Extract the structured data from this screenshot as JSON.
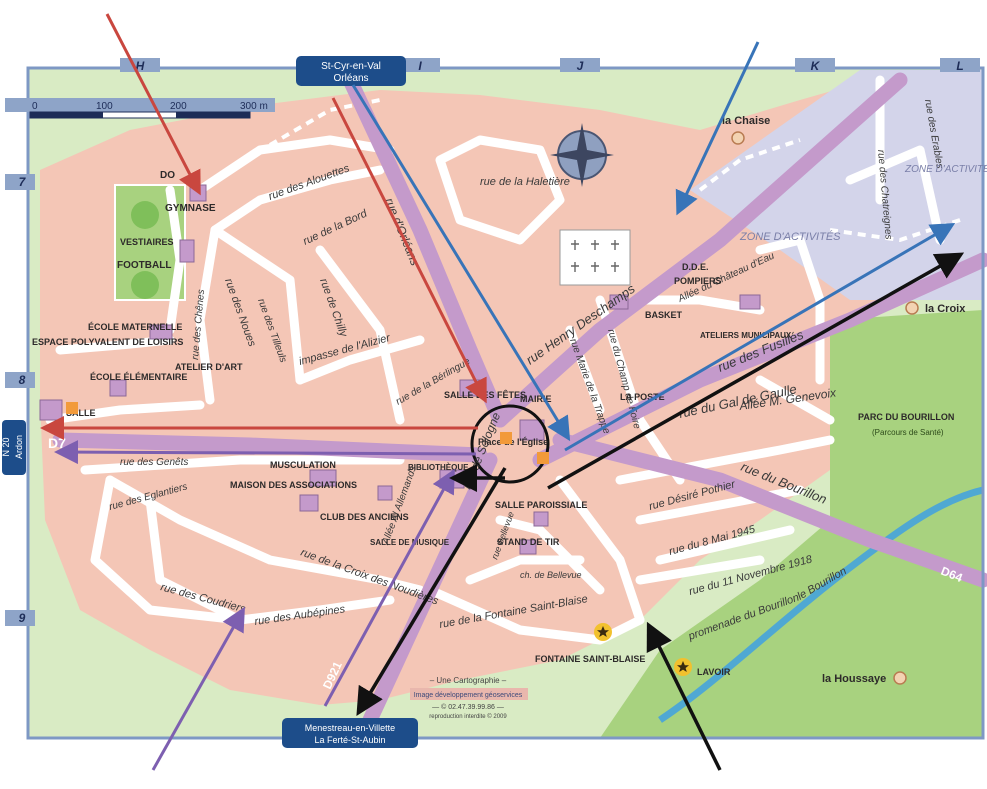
{
  "map": {
    "grid_columns": [
      "H",
      "I",
      "J",
      "K",
      "L"
    ],
    "grid_rows": [
      "7",
      "8",
      "9"
    ],
    "scale": {
      "ticks": [
        "0",
        "100",
        "200",
        "300 m"
      ]
    },
    "road_signs": {
      "top": [
        "St-Cyr-en-Val",
        "Orléans"
      ],
      "bottom": [
        "Menestreau-en-Villette",
        "La Ferté-St-Aubin"
      ],
      "left": [
        "N 20",
        "Ardon"
      ]
    },
    "road_codes": {
      "d7": "D7",
      "d64": "D64",
      "d921": "D921"
    },
    "streets": {
      "rue_orleans": "rue d'Orléans",
      "rue_henry_deschamps": "rue Henry Deschamps",
      "rue_des_fusilles": "rue des Fusillés",
      "rue_du_bourillon": "rue du Bourillon",
      "rue_de_sologne": "rue de Sologne",
      "rue_des_aubepines": "rue des Aubépines",
      "rue_desire_pothier": "rue Désiré Pothier",
      "rue_8_mai": "rue du 8 Mai 1945",
      "rue_11_nov": "rue du 11 Novembre 1918",
      "rue_fontaine": "rue de la Fontaine Saint-Blaise",
      "rue_haletiere": "rue de la Haletière",
      "rue_bord": "rue de la Bord",
      "rue_alouettes": "rue des Alouettes",
      "rue_noues": "rue des Noues",
      "rue_chilly": "rue de Chilly",
      "rue_chenes": "rue des Chênes",
      "rue_tilleuls": "rue des Tilleuls",
      "rue_croix_noudieres": "rue de la Croix des Noudières",
      "rue_coudriers": "rue des Coudriers",
      "rue_eglantiers": "rue des Eglantiers",
      "rue_genets": "rue des Genêts",
      "rue_champ_foire": "rue du Champ de Foire",
      "rue_chatreignes": "rue des Chatreignes",
      "rue_erables": "rue des Erables",
      "rue_mare_trappe": "rue Marie de la Trappe",
      "rue_gal_gaulle": "rue du Gal de Gaulle",
      "allee_genevoix": "Allée M. Genevoix",
      "allee_chateau_eau": "Allée du Château d'Eau",
      "allee_allemands": "Allée Al Allemands",
      "impasse_alizier": "impasse de l'Alizier",
      "rue_berlingue": "rue de la Bérlingue",
      "rue_bellevue": "rue Bellevue",
      "ch_bellevue": "ch. de Bellevue",
      "promenade": "promenade du Bourillon",
      "le_bourillon": "le Bourillon"
    },
    "places": {
      "gymnase": "GYMNASE",
      "do": "DO",
      "vestiaires": "VESTIAIRES",
      "football": "FOOTBALL",
      "ecole_maternelle": "ÉCOLE MATERNELLE",
      "espace": "ESPACE POLYVALENT DE LOISIRS",
      "ecole_elementaire": "ÉCOLE ÉLÉMENTAIRE",
      "atelier_art": "ATELIER D'ART",
      "salle": "SALLE",
      "salle_fetes": "SALLE DES FÊTES",
      "mairie": "MAIRIE",
      "place_eglise": "Place de l'Église",
      "la_poste": "LA POSTE",
      "musculation": "MUSCULATION",
      "maison_associations": "MAISON DES ASSOCIATIONS",
      "club_anciens": "CLUB DES ANCIENS",
      "bibliotheque": "BIBLIOTHÈQUE",
      "salle_musique": "SALLE DE MUSIQUE",
      "salle_paroissiale": "SALLE PAROISSIALE",
      "stand_tir": "STAND DE TIR",
      "fontaine": "FONTAINE SAINT-BLAISE",
      "lavoir": "LAVOIR",
      "dde": "D.D.E.",
      "pompiers": "POMPIERS",
      "basket": "BASKET",
      "ateliers_municipaux": "ATELIERS MUNICIPAUX",
      "parc": "PARC DU BOURILLON",
      "parcours": "(Parcours de Santé)",
      "zone1": "ZONE D'ACTIVITÉS",
      "zone2": "ZONE D'ACTIVITÉS",
      "la_chaise": "la Chaise",
      "la_croix": "la Croix",
      "la_houssaye": "la Houssaye"
    },
    "credits": {
      "line1": "– Une Cartographie –",
      "line2": "Image développement géoservices",
      "line3": "— © 02.47.39.99.86 —",
      "line4": "reproduction interdite © 2009"
    },
    "colors": {
      "town": "#f4c6b6",
      "green": "#a8d27f",
      "light_green": "#d9ebc4",
      "main_road": "#c49acb",
      "zone": "#d3d4ea",
      "river": "#4fa8d3",
      "frame": "#7e98c4",
      "red_arrow": "#c9473f",
      "blue_arrow": "#3874b8",
      "purple_arrow": "#7d5fb0",
      "black_arrow": "#111111"
    }
  }
}
